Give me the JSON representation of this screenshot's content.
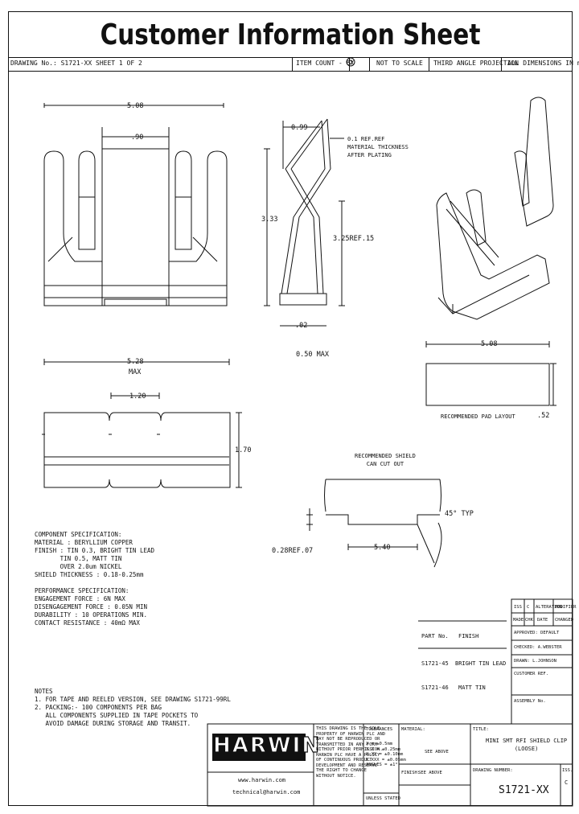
{
  "title": "Customer Information Sheet",
  "header": {
    "drawing_no": "DRAWING No.: S1721-XX",
    "sheet": "SHEET 1 OF 2",
    "items": "ITEM COUNT - 6X",
    "scale": "NOT TO SCALE",
    "projection": "THIRD ANGLE PROJECTION",
    "dims": "ALL DIMENSIONS IN mm"
  },
  "dims": {
    "width_top": "5.08",
    "inner": ".90",
    "d099": "0.99",
    "thk": "0.1 REF.REF",
    "material_note": "MATERIAL THICKNESS\nAFTER PLATING",
    "h333": "3.33",
    "h325": "3.25REF.15",
    "bottom": ".02",
    "max": "0.50 MAX",
    "pad_w": "5.08",
    "pad_h": ".52",
    "pad_label": "RECOMMENDED PAD LAYOUT",
    "width_mid": "5.28",
    "max2": "MAX",
    "gap": "1.20",
    "height_side": "1.70",
    "cut_title": "RECOMMENDED SHIELD\nCAN CUT OUT",
    "cut_w": "5.40",
    "cut_h": "0.28REF.07",
    "angle": "45° TYP"
  },
  "spec": {
    "lines": [
      "COMPONENT SPECIFICATION:",
      "MATERIAL : BERYLLIUM COPPER",
      "FINISH : TIN 0.3, BRIGHT TIN LEAD",
      "       TIN 0.5, MATT TIN",
      "       OVER 2.0um NICKEL",
      "SHIELD THICKNESS : 0.18-0.25mm",
      "",
      "PERFORMANCE SPECIFICATION:",
      "ENGAGEMENT FORCE : 6N MAX",
      "DISENGAGEMENT FORCE : 0.05N MIN",
      "DURABILITY : 10 OPERATIONS MIN.",
      "CONTACT RESISTANCE : 40mΩ MAX"
    ]
  },
  "notes": [
    "NOTES",
    "1. FOR TAPE AND REELED VERSION, SEE DRAWING S1721-99RL",
    "2. PACKING:- 100 COMPONENTS PER BAG",
    "   ALL COMPONENTS SUPPLIED IN TAPE POCKETS TO",
    "   AVOID DAMAGE DURING STORAGE AND TRANSIT."
  ],
  "parts": {
    "head_no": "PART No.",
    "head_fin": "FINISH",
    "rows": [
      {
        "no": "S1721-45",
        "fin": "BRIGHT TIN LEAD"
      },
      {
        "no": "S1721-46",
        "fin": "MATT TIN"
      }
    ]
  },
  "revision": {
    "h1": [
      "ISS",
      "C",
      "ALTERATION",
      "MODIFIER"
    ],
    "h2": [
      "MADE",
      "CHK",
      "DATE",
      "CHANGED"
    ],
    "approved": "APPROVED: DEFAULT",
    "checked": "CHECKED: A.WEBSTER",
    "drawn": "DRAWN: L.JOHNSON",
    "customer": "CUSTOMER REF.",
    "assembly": "ASSEMBLY No."
  },
  "titleblock": {
    "logo": "HARWIN",
    "web": "www.harwin.com",
    "email": "technical@harwin.com",
    "copyright": "THIS DRAWING IS THE SOLE\nPROPERTY OF HARWIN PLC AND\nMAY NOT BE REPRODUCED OR\nTRANSMITTED IN ANY FORM\nWITHOUT PRIOR PERMISSION.\nHARWIN PLC HAVE A POLICY\nOF CONTINUOUS PRODUCT\nDEVELOPMENT AND RESERVE\nTHE RIGHT TO CHANGE\nWITHOUT NOTICE.",
    "tol_head": "TOLERANCES",
    "tol": "X = ±0.5mm\nX.X = ±0.25mm\nX.XX = ±0.10mm\nX.XXX = ±0.05mm\nANGLES = ±1°",
    "unless": "UNLESS STATED",
    "material": "MATERIAL:",
    "see_above": "SEE ABOVE",
    "finish": "FINISH:",
    "finish_val": "SEE ABOVE",
    "sheet_title_head": "TITLE:",
    "sheet_title": "MINI SMT RFI SHIELD CLIP\n(LOOSE)",
    "dwg_head": "DRAWING NUMBER:",
    "dwg": "S1721-XX",
    "issue": "ISS.",
    "issue_val": "C"
  }
}
